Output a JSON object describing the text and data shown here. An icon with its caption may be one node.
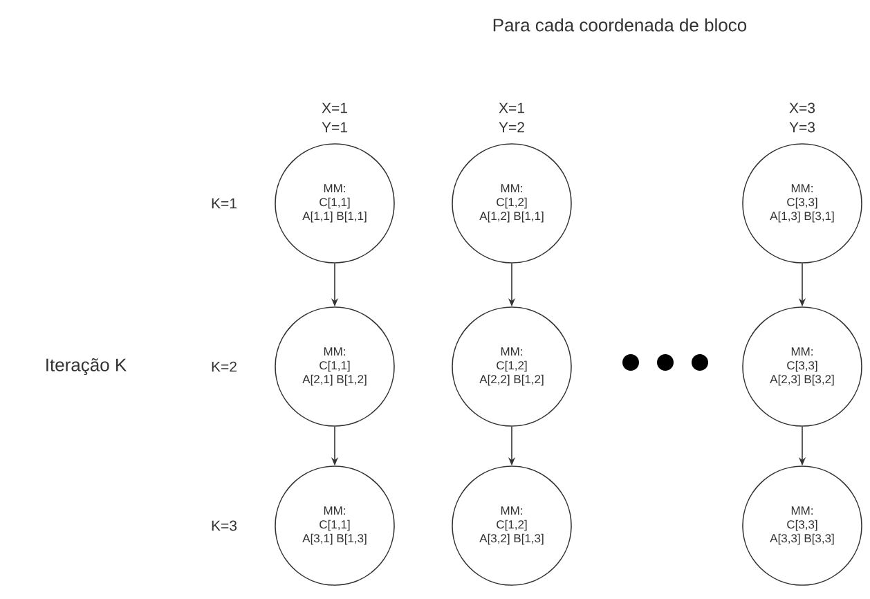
{
  "diagram": {
    "title": "Para cada coordenada de bloco",
    "nodes": [
      {
        "text": [
          "MM:",
          "C[1,1]",
          "A[1,1] B[1,1]"
        ]
      },
      {
        "text": [
          "MM:",
          "C[1,2]",
          "A[1,2] B[1,1]"
        ]
      },
      {
        "text": [
          "MM:",
          "C[3,3]",
          "A[1,3] B[3,1]"
        ]
      },
      {
        "text": [
          "MM:",
          "C[1,1]",
          "A[2,1] B[1,2]"
        ]
      },
      {
        "text": [
          "MM:",
          "C[1,2]",
          "A[2,2] B[1,2]"
        ]
      },
      {
        "text": [
          "MM:",
          "C[3,3]",
          "A[2,3] B[3,2]"
        ]
      },
      {
        "text": [
          "MM:",
          "C[1,1]",
          "A[3,1] B[1,3]"
        ]
      },
      {
        "text": [
          "MM:",
          "C[1,2]",
          "A[3,2] B[1,3]"
        ]
      },
      {
        "text": [
          "MM:",
          "C[3,3]",
          "A[3,3] B[3,3]"
        ]
      }
    ],
    "edges": [
      {
        "from": 0,
        "to": 3,
        "arrow": "to"
      },
      {
        "from": 3,
        "to": 6,
        "arrow": "to"
      },
      {
        "from": 1,
        "to": 4,
        "arrow": "to"
      },
      {
        "from": 4,
        "to": 7,
        "arrow": "to"
      },
      {
        "from": 2,
        "to": 5,
        "arrow": "to"
      },
      {
        "from": 5,
        "to": 8,
        "arrow": "to"
      }
    ],
    "labels": [
      "X=1 Y=1",
      "X=1 Y=2",
      "X=3 Y=3",
      "K=1",
      "K=2",
      "K=3",
      "Iteração K"
    ]
  }
}
